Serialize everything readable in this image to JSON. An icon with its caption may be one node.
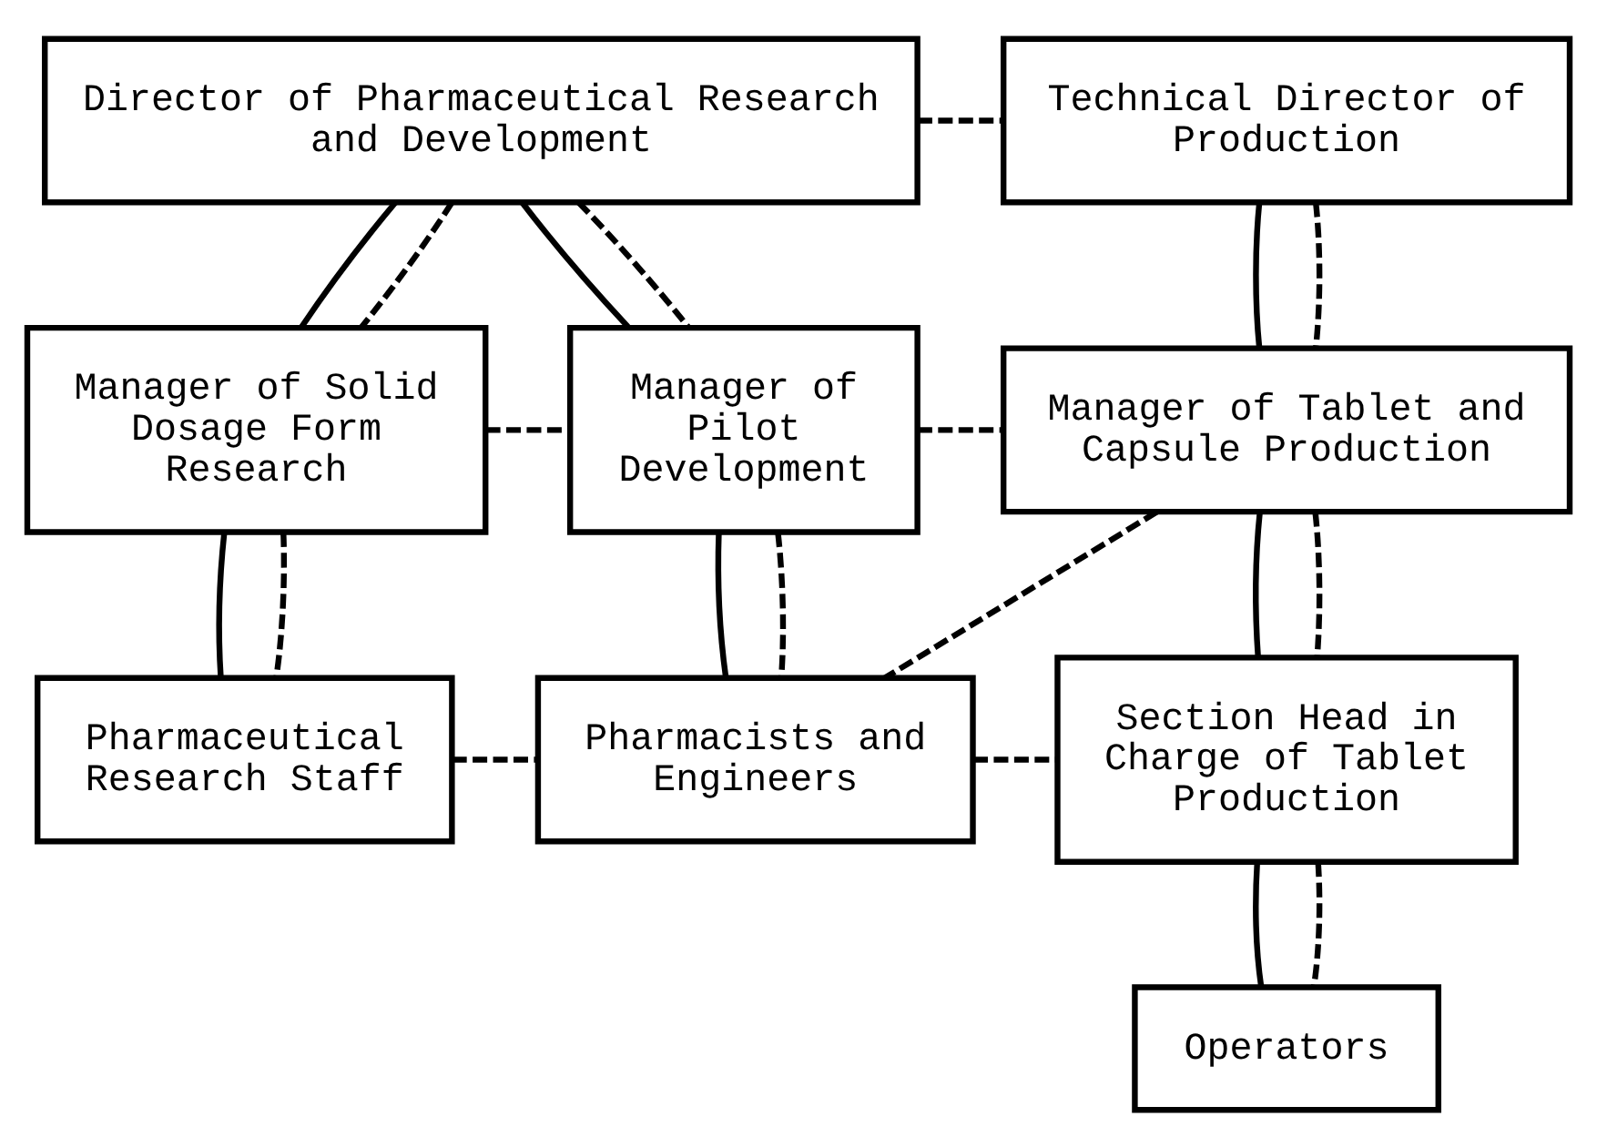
{
  "diagram": {
    "nodes": [
      {
        "text": [
          "Director of Pharmaceutical Research and Development"
        ]
      },
      {
        "text": [
          "Technical Director of Production"
        ]
      },
      {
        "text": [
          "Manager of Solid Dosage Form Research"
        ]
      },
      {
        "text": [
          "Manager of Pilot Development"
        ]
      },
      {
        "text": [
          "Manager of Tablet and Capsule Production"
        ]
      },
      {
        "text": [
          "Pharmaceutical Research Staff"
        ]
      },
      {
        "text": [
          "Pharmacists and Engineers"
        ]
      },
      {
        "text": [
          "Section Head in Charge of Tablet Production"
        ]
      },
      {
        "text": [
          "Operators"
        ]
      }
    ],
    "edges": [
      {
        "from": 0,
        "to": 1,
        "arrow": "none",
        "style": "dashed"
      },
      {
        "from": 0,
        "to": 2,
        "arrow": "none"
      },
      {
        "from": 0,
        "to": 2,
        "arrow": "none",
        "style": "dashed"
      },
      {
        "from": 0,
        "to": 3,
        "arrow": "none"
      },
      {
        "from": 0,
        "to": 3,
        "arrow": "none",
        "style": "dashed"
      },
      {
        "from": 1,
        "to": 4,
        "arrow": "none"
      },
      {
        "from": 1,
        "to": 4,
        "arrow": "none",
        "style": "dashed"
      },
      {
        "from": 2,
        "to": 3,
        "arrow": "none",
        "style": "dashed"
      },
      {
        "from": 3,
        "to": 4,
        "arrow": "none",
        "style": "dashed"
      },
      {
        "from": 2,
        "to": 5,
        "arrow": "none"
      },
      {
        "from": 2,
        "to": 5,
        "arrow": "none",
        "style": "dashed"
      },
      {
        "from": 3,
        "to": 6,
        "arrow": "none"
      },
      {
        "from": 3,
        "to": 6,
        "arrow": "none",
        "style": "dashed"
      },
      {
        "from": 4,
        "to": 6,
        "arrow": "none",
        "style": "dashed"
      },
      {
        "from": 4,
        "to": 7,
        "arrow": "none"
      },
      {
        "from": 4,
        "to": 7,
        "arrow": "none",
        "style": "dashed"
      },
      {
        "from": 5,
        "to": 6,
        "arrow": "none",
        "style": "dashed"
      },
      {
        "from": 6,
        "to": 7,
        "arrow": "none",
        "style": "dashed"
      },
      {
        "from": 7,
        "to": 8,
        "arrow": "none"
      },
      {
        "from": 7,
        "to": 8,
        "arrow": "none",
        "style": "dashed"
      }
    ]
  }
}
